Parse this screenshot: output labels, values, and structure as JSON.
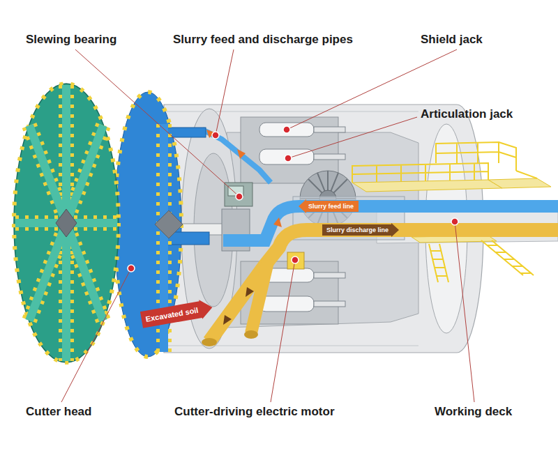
{
  "diagram": {
    "nodes": [
      {
        "text": [
          "Slurry feed line"
        ]
      },
      {
        "text": [
          "Slurry discharge line"
        ]
      },
      {
        "text": [
          "Excavated soil"
        ]
      }
    ],
    "labels": [
      "Slewing bearing",
      "Slurry feed and discharge pipes",
      "Shield jack",
      "Articulation jack",
      "Cutter head",
      "Cutter-driving electric motor",
      "Working deck"
    ]
  }
}
